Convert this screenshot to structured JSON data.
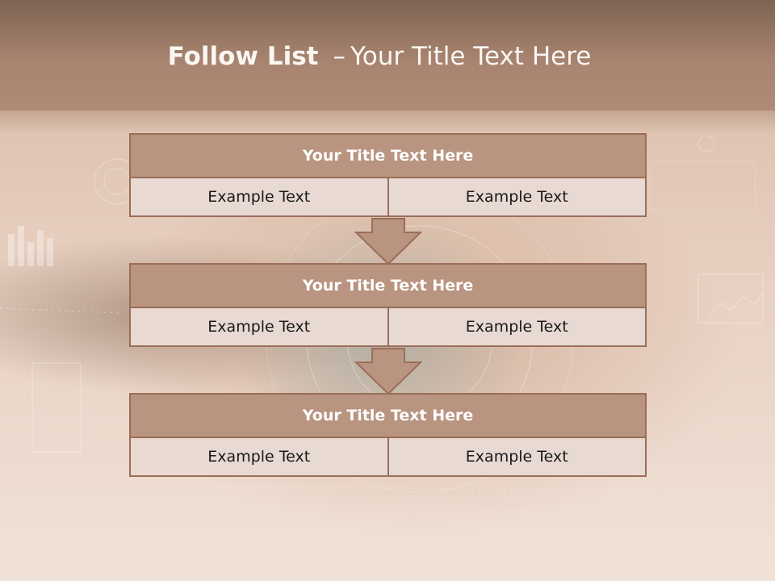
{
  "slide": {
    "title_bold": "Follow List",
    "title_separator": "–",
    "title_rest": "Your Title Text Here"
  },
  "blocks": [
    {
      "title": "Your Title Text Here",
      "left": "Example Text",
      "right": "Example Text"
    },
    {
      "title": "Your Title Text Here",
      "left": "Example Text",
      "right": "Example Text"
    },
    {
      "title": "Your Title Text Here",
      "left": "Example Text",
      "right": "Example Text"
    }
  ],
  "colors": {
    "header": "#a78470",
    "block_title": "#b99480",
    "block_cell": "#e8d9d3",
    "border": "#9a6e58",
    "arrow": "#b99480"
  },
  "icons": [
    "down-arrow-icon",
    "down-arrow-icon"
  ]
}
